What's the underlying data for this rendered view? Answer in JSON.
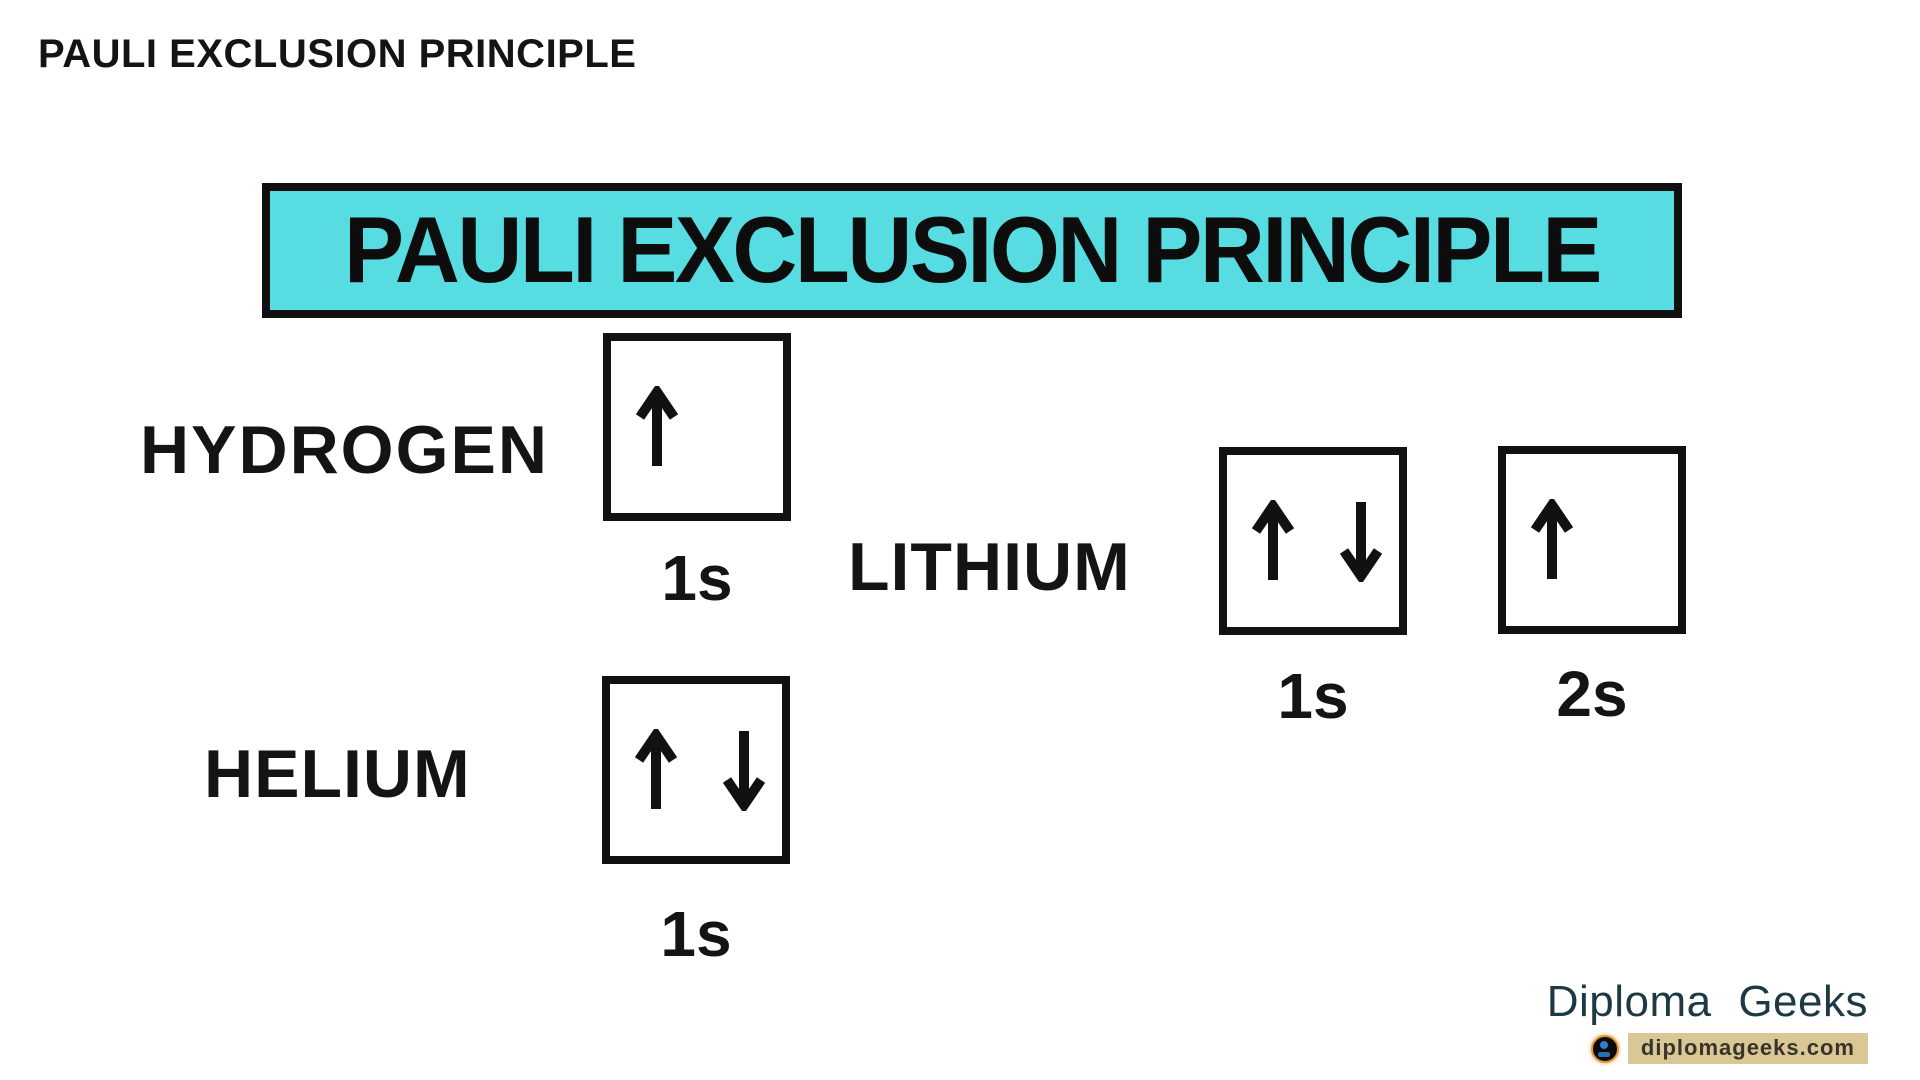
{
  "page": {
    "background": "#ffffff"
  },
  "header": {
    "title": "PAULI EXCLUSION PRINCIPLE"
  },
  "banner": {
    "title": "PAULI EXCLUSION PRINCIPLE",
    "background": "#57dce2",
    "border_color": "#101010"
  },
  "diagram": {
    "arrow_color": "#111111",
    "box_border_color": "#111111"
  },
  "elements": [
    {
      "name": "HYDROGEN",
      "orbitals": [
        {
          "label": "1s",
          "spins": [
            "up"
          ]
        }
      ]
    },
    {
      "name": "LITHIUM",
      "orbitals": [
        {
          "label": "1s",
          "spins": [
            "up",
            "down"
          ]
        },
        {
          "label": "2s",
          "spins": [
            "up"
          ]
        }
      ]
    },
    {
      "name": "HELIUM",
      "orbitals": [
        {
          "label": "1s",
          "spins": [
            "up",
            "down"
          ]
        }
      ]
    }
  ],
  "branding": {
    "name": "Diploma Geeks",
    "website": "diplomageeks.com",
    "badge_icon": "graduation-cap-icon",
    "name_color": "#1d3a44",
    "pill_background": "#d9c795",
    "pill_text_color": "#38342a",
    "badge_ring_color": "#e09a33",
    "badge_accent_color": "#2f7fd0"
  }
}
